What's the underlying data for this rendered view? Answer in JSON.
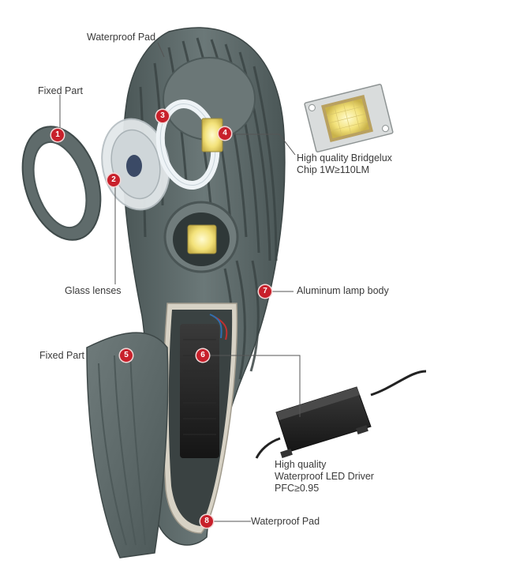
{
  "labels": {
    "waterproof_pad_top": "Waterproof Pad",
    "fixed_part_top": "Fixed Part",
    "chip_line1": "High quality Bridgelux",
    "chip_line2": "Chip 1W≥110LM",
    "glass_lenses": "Glass lenses",
    "aluminum_body": "Aluminum lamp body",
    "fixed_part_bottom": "Fixed Part",
    "driver_line1": "High quality",
    "driver_line2": "Waterproof LED Driver",
    "driver_line3": "PFC≥0.95",
    "waterproof_pad_bottom": "Waterproof Pad"
  },
  "badges": [
    "1",
    "2",
    "3",
    "4",
    "5",
    "6",
    "7",
    "8"
  ],
  "colors": {
    "badge": "#c8202b",
    "housing": "#5d6a6a",
    "housing_dark": "#3f4a4a",
    "leader": "#555555"
  }
}
